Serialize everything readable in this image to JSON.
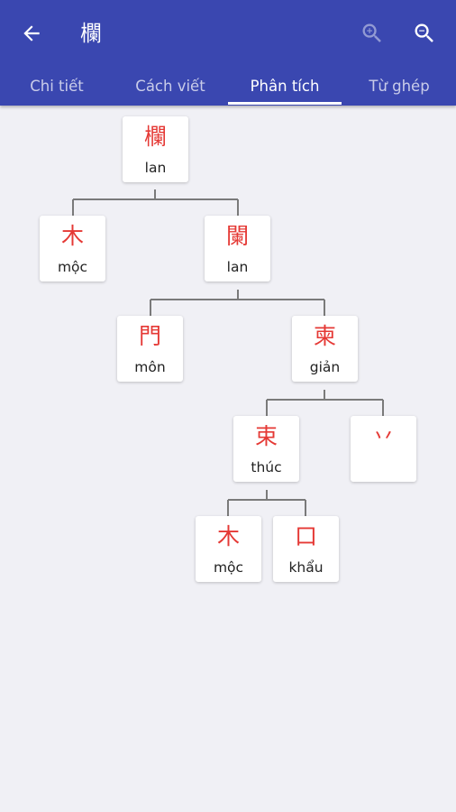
{
  "app_bar": {
    "title": "欄",
    "icons": {
      "back": "arrow-back-icon",
      "zoom_in": "zoom-in-icon",
      "zoom_out": "zoom-out-icon"
    }
  },
  "tabs": [
    {
      "label": "Chi tiết",
      "active": false
    },
    {
      "label": "Cách viết",
      "active": false
    },
    {
      "label": "Phân tích",
      "active": true
    },
    {
      "label": "Từ ghép",
      "active": false
    }
  ],
  "tree": {
    "nodes": [
      {
        "id": "n1",
        "char": "欄",
        "reading": "lan"
      },
      {
        "id": "n2",
        "char": "木",
        "reading": "mộc"
      },
      {
        "id": "n3",
        "char": "闌",
        "reading": "lan"
      },
      {
        "id": "n4",
        "char": "門",
        "reading": "môn"
      },
      {
        "id": "n5",
        "char": "柬",
        "reading": "giản"
      },
      {
        "id": "n6",
        "char": "束",
        "reading": "thúc"
      },
      {
        "id": "n7",
        "char": "丷",
        "reading": ""
      },
      {
        "id": "n8",
        "char": "木",
        "reading": "mộc"
      },
      {
        "id": "n9",
        "char": "口",
        "reading": "khẩu"
      }
    ],
    "edges": [
      [
        "n1",
        "n2"
      ],
      [
        "n1",
        "n3"
      ],
      [
        "n3",
        "n4"
      ],
      [
        "n3",
        "n5"
      ],
      [
        "n5",
        "n6"
      ],
      [
        "n5",
        "n7"
      ],
      [
        "n6",
        "n8"
      ],
      [
        "n6",
        "n9"
      ]
    ]
  },
  "colors": {
    "app_bar": "#3a47b0",
    "background": "#f0f0f5",
    "character": "#e53935",
    "connector": "#7a7a7a"
  }
}
